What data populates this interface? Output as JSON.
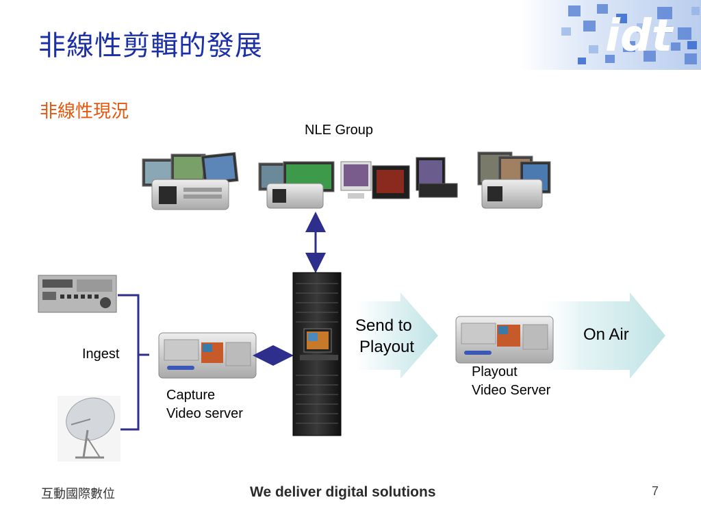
{
  "slide": {
    "title": "非線性剪輯的發展",
    "subtitle": "非線性現況",
    "logo_text": "idt"
  },
  "diagram": {
    "nle_group_label": "NLE Group",
    "ingest_label": "Ingest",
    "capture_label_line1": "Capture",
    "capture_label_line2": "Video server",
    "send_label_line1": "Send to",
    "send_label_line2": "Playout",
    "on_air_label": "On Air",
    "playout_label_line1": "Playout",
    "playout_label_line2": "Video Server"
  },
  "footer": {
    "company": "互動國際數位",
    "slogan": "We deliver digital solutions",
    "page_number": "7"
  },
  "colors": {
    "title": "#1a2fa8",
    "subtitle": "#e8560e",
    "connector": "#2e2e8c",
    "arrow_fill": "#bfe3e6"
  }
}
